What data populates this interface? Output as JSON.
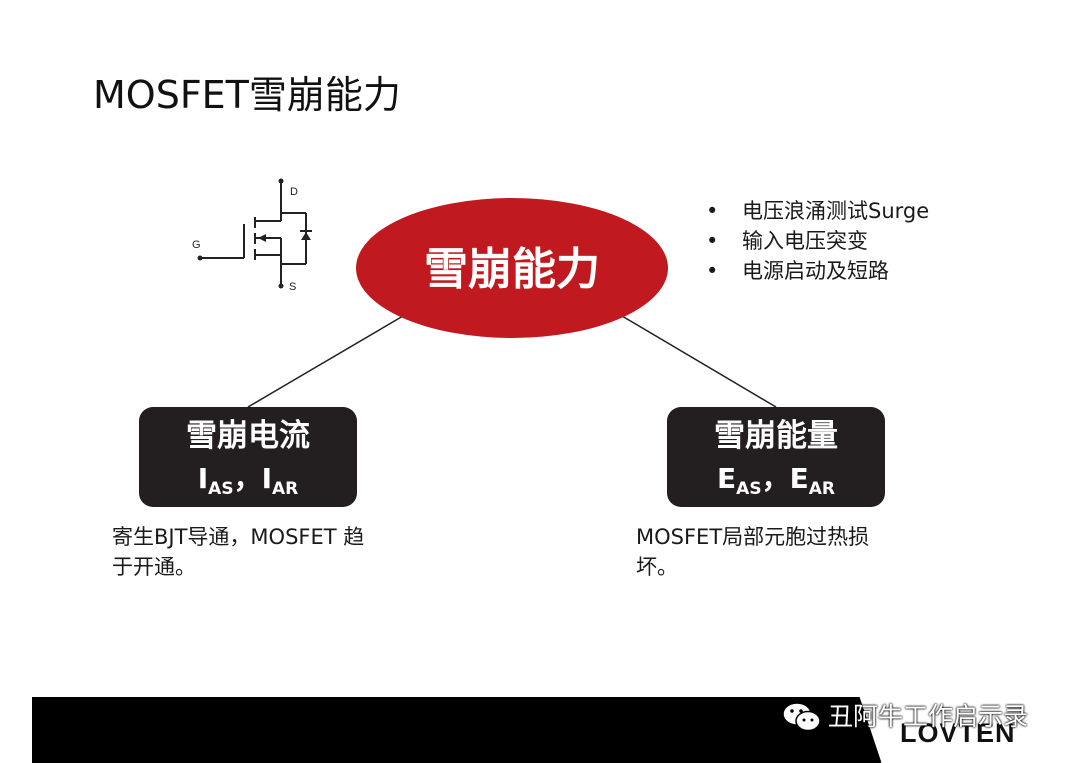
{
  "slide": {
    "title": "MOSFET雪崩能力"
  },
  "symbol": {
    "drain_label": "D",
    "gate_label": "G",
    "source_label": "S"
  },
  "center": {
    "label": "雪崩能力",
    "fill_color": "#c0191f"
  },
  "bullets": [
    "电压浪涌测试Surge",
    "输入电压突变",
    "电源启动及短路"
  ],
  "left_box": {
    "title": "雪崩电流",
    "sym1": "I",
    "sub1": "AS",
    "sep": "，",
    "sym2": "I",
    "sub2": "AR",
    "desc_line1": "寄生BJT导通，MOSFET 趋",
    "desc_line2": "于开通。"
  },
  "right_box": {
    "title": "雪崩能量",
    "sym1": "E",
    "sub1": "AS",
    "sep": "，",
    "sym2": "E",
    "sub2": "AR",
    "desc_line1": "MOSFET局部元胞过热损",
    "desc_line2": "坏。"
  },
  "footer": {
    "brand": "LOVTEN",
    "watermark": "丑阿牛工作启示录",
    "watermark_icon": "wechat-icon"
  }
}
